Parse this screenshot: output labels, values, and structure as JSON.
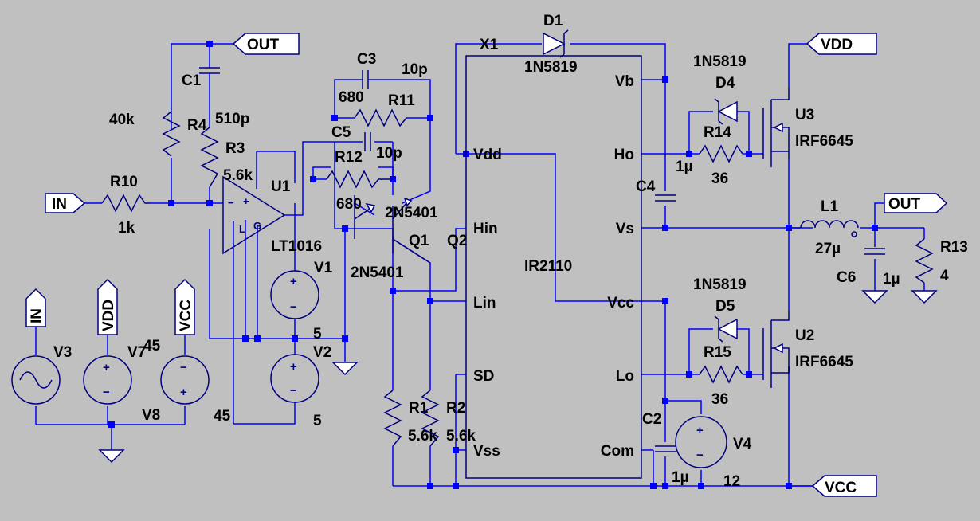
{
  "colors": {
    "background": "#c0c0c0",
    "wire": "#0000ff",
    "component": "#000080",
    "junction": "#0000ff",
    "text": "#000000"
  },
  "chip": {
    "ref": "X1",
    "part": "IR2110",
    "pins": {
      "vdd": "Vdd",
      "hin": "Hin",
      "lin": "Lin",
      "sd": "SD",
      "vss": "Vss",
      "vb": "Vb",
      "ho": "Ho",
      "vs": "Vs",
      "vcc": "Vcc",
      "lo": "Lo",
      "com": "Com"
    }
  },
  "opamp": {
    "ref": "U1",
    "part": "LT1016",
    "plus": "+",
    "minus": "−",
    "latch": "L",
    "gnd": "G"
  },
  "flags": {
    "out_top": "OUT",
    "in_left": "IN",
    "vdd_top": "VDD",
    "out_right": "OUT",
    "vcc_bottom": "VCC",
    "in_src": "IN",
    "vdd_src": "VDD",
    "vcc_src": "VCC"
  },
  "components": {
    "c1": {
      "ref": "C1",
      "value": "510p"
    },
    "r4": {
      "ref": "R4",
      "value": "40k"
    },
    "r3": {
      "ref": "R3",
      "value": "5.6k"
    },
    "r10": {
      "ref": "R10",
      "value": "1k"
    },
    "c3": {
      "ref": "C3",
      "value": "10p"
    },
    "r11": {
      "ref": "R11",
      "value": "680"
    },
    "c5": {
      "ref": "C5",
      "value": "10p"
    },
    "r12": {
      "ref": "R12",
      "value": "680"
    },
    "q1": {
      "ref": "Q1",
      "value": "2N5401"
    },
    "q2": {
      "ref": "Q2",
      "value": "2N5401"
    },
    "v1": {
      "ref": "V1",
      "value": "5"
    },
    "v2": {
      "ref": "V2",
      "value": "5"
    },
    "v3": {
      "ref": "V3"
    },
    "v7": {
      "ref": "V7",
      "value": "45"
    },
    "v8": {
      "ref": "V8",
      "value": "45"
    },
    "r1": {
      "ref": "R1",
      "value": "5.6k"
    },
    "r2": {
      "ref": "R2",
      "value": "5.6k"
    },
    "d1": {
      "ref": "D1",
      "value": "1N5819"
    },
    "d4": {
      "ref": "D4",
      "value": "1N5819"
    },
    "d5": {
      "ref": "D5",
      "value": "1N5819"
    },
    "r14": {
      "ref": "R14",
      "value": "36"
    },
    "r15": {
      "ref": "R15",
      "value": "36"
    },
    "u3": {
      "ref": "U3",
      "value": "IRF6645"
    },
    "u2": {
      "ref": "U2",
      "value": "IRF6645"
    },
    "c4": {
      "ref": "C4",
      "value": "1µ"
    },
    "c2": {
      "ref": "C2",
      "value": "1µ"
    },
    "v4": {
      "ref": "V4",
      "value": "12"
    },
    "l1": {
      "ref": "L1",
      "value": "27µ"
    },
    "c6": {
      "ref": "C6",
      "value": "1µ"
    },
    "r13": {
      "ref": "R13",
      "value": "4"
    }
  }
}
